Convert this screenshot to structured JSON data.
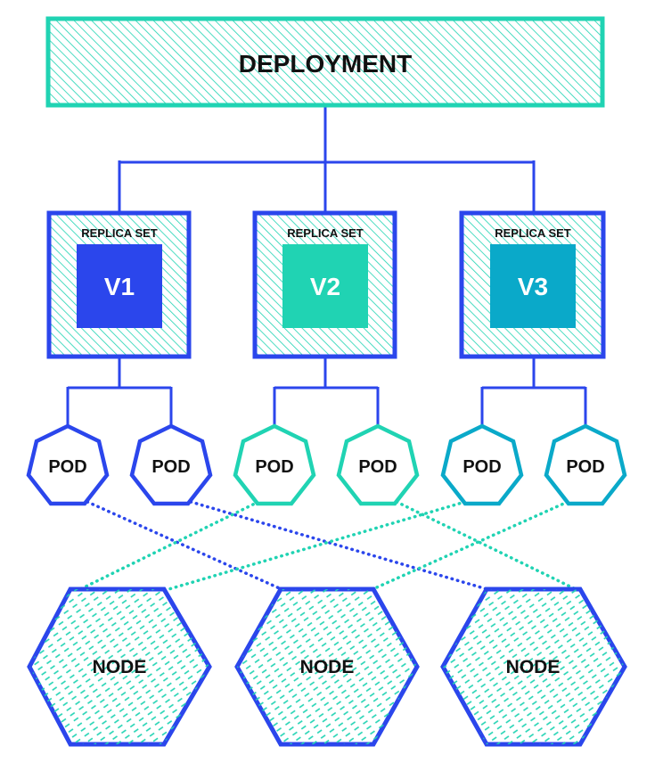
{
  "deployment": {
    "label": "DEPLOYMENT"
  },
  "replica_sets": [
    {
      "label": "REPLICA SET",
      "version": "V1",
      "color": "#2b46ec"
    },
    {
      "label": "REPLICA SET",
      "version": "V2",
      "color": "#20d3b3"
    },
    {
      "label": "REPLICA SET",
      "version": "V3",
      "color": "#0aa9c9"
    }
  ],
  "pods": [
    {
      "label": "POD",
      "color": "#2b46ec"
    },
    {
      "label": "POD",
      "color": "#2b46ec"
    },
    {
      "label": "POD",
      "color": "#20d3b3"
    },
    {
      "label": "POD",
      "color": "#20d3b3"
    },
    {
      "label": "POD",
      "color": "#0aa9c9"
    },
    {
      "label": "POD",
      "color": "#0aa9c9"
    }
  ],
  "nodes": [
    {
      "label": "NODE"
    },
    {
      "label": "NODE"
    },
    {
      "label": "NODE"
    }
  ],
  "colors": {
    "tree_line": "#2b46ec",
    "deployment_border": "#20d3b3",
    "hatch": "#20d3b3",
    "node_border": "#2b46ec"
  }
}
